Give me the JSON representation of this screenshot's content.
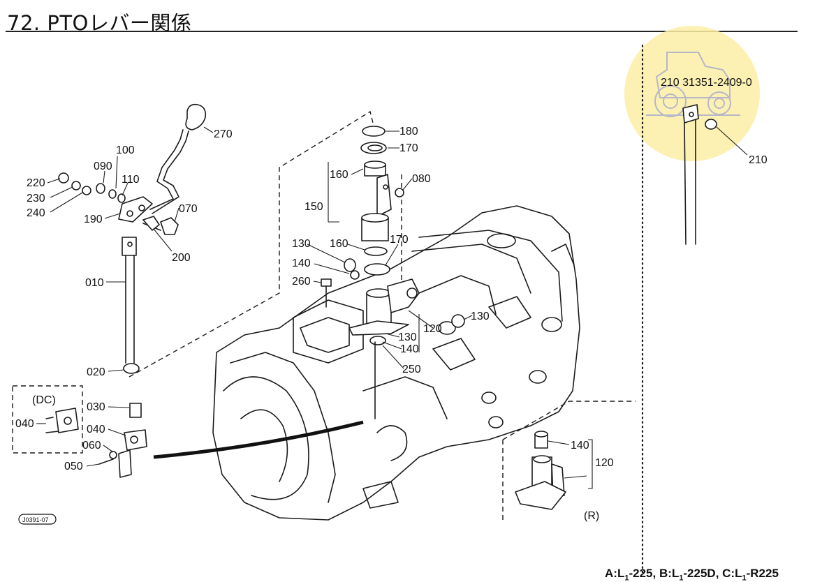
{
  "header": {
    "title": "72. PTOレバー関係"
  },
  "footer": {
    "variant_a": "A:L",
    "variant_a_sub": "1",
    "variant_a_model": "-225, ",
    "variant_b": "B:L",
    "variant_b_sub": "1",
    "variant_b_model": "-225D, ",
    "variant_c": "C:L",
    "variant_c_sub": "1",
    "variant_c_model": "-R225"
  },
  "diagram": {
    "part_labels": [
      "270",
      "100",
      "090",
      "110",
      "220",
      "230",
      "240",
      "070",
      "190",
      "200",
      "010",
      "020",
      "180",
      "170",
      "160",
      "080",
      "150",
      "130",
      "160",
      "170",
      "140",
      "260",
      "120",
      "130",
      "130",
      "140",
      "250",
      "140",
      "120",
      "030",
      "040",
      "040",
      "060",
      "050",
      "210"
    ],
    "group_labels": {
      "dc": "(DC)",
      "r": "(R)"
    },
    "reference_code": "J0391-07",
    "inset_part_number": "210 31351-2409-0",
    "watermark_icon": "tractor-watermark-icon"
  }
}
